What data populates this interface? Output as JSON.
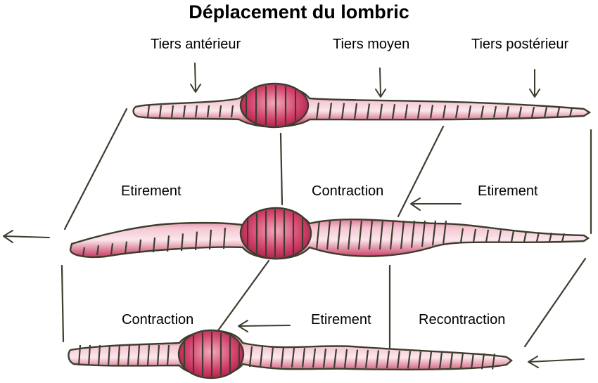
{
  "title": "Déplacement du lombric",
  "top_labels": {
    "anterior": "Tiers antérieur",
    "middle": "Tiers moyen",
    "posterior": "Tiers postérieur"
  },
  "row2_labels": {
    "left": "Etirement",
    "middle": "Contraction",
    "right": "Etirement"
  },
  "row3_labels": {
    "left": "Contraction",
    "middle": "Etirement",
    "right": "Recontraction"
  },
  "colors": {
    "worm_body": "#e8a3b4",
    "worm_dark": "#c22a55",
    "worm_light": "#fbe4ea",
    "outline": "#3d3d2e"
  }
}
